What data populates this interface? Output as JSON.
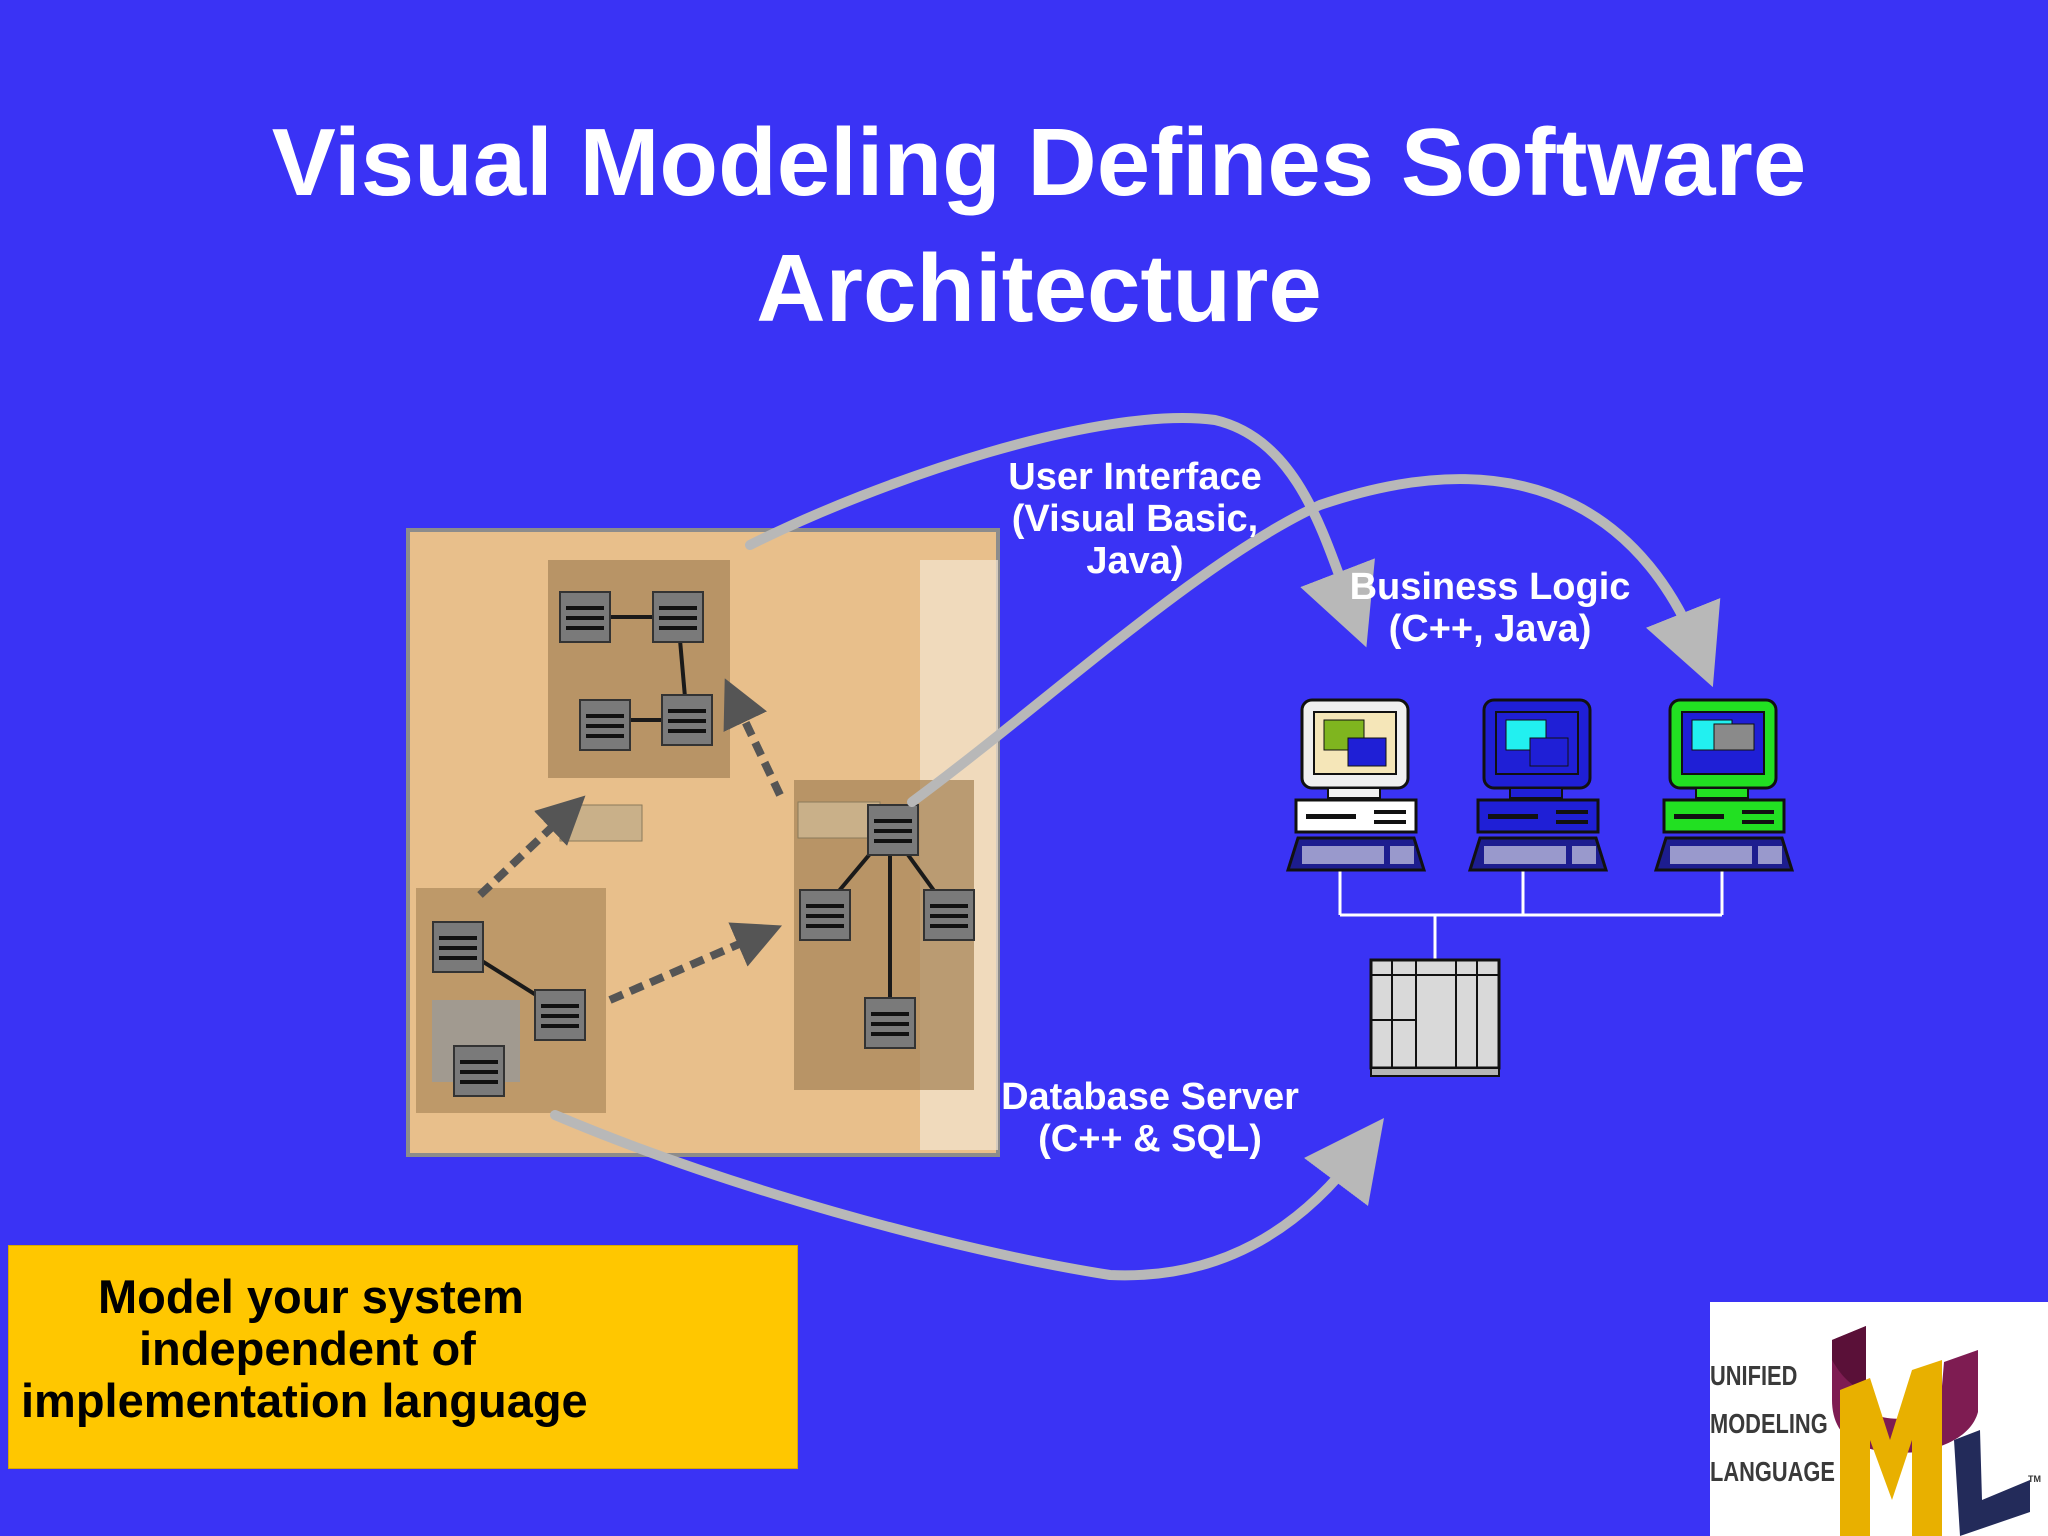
{
  "slide": {
    "title_lines": [
      "Visual Modeling Defines Software",
      "Architecture"
    ],
    "colors": {
      "background": "#3a33f5",
      "arrow": "#b8b8b8",
      "callout": "#ffc700",
      "title_text": "#ffffff"
    }
  },
  "diagram": {
    "user_interface": [
      "User Interface",
      "(Visual Basic,",
      "Java)"
    ],
    "business_logic": [
      "Business Logic",
      "(C++, Java)"
    ],
    "database_server": [
      "Database Server",
      "(C++ & SQL)"
    ],
    "workstations": [
      {
        "icon": "computer-icon",
        "color": "#f5e6b8"
      },
      {
        "icon": "computer-icon",
        "color": "#1f1fd6"
      },
      {
        "icon": "computer-icon",
        "color": "#22e022"
      }
    ],
    "server_icon": "server-icon",
    "screenshot_icon": "uml-class-diagram-screenshot"
  },
  "callout": {
    "lines": [
      "Model your system",
      "independent of",
      "implementation language"
    ]
  },
  "logo": {
    "lines": [
      "UNIFIED",
      "MODELING",
      "LANGUAGE"
    ],
    "trademark": "TM"
  }
}
